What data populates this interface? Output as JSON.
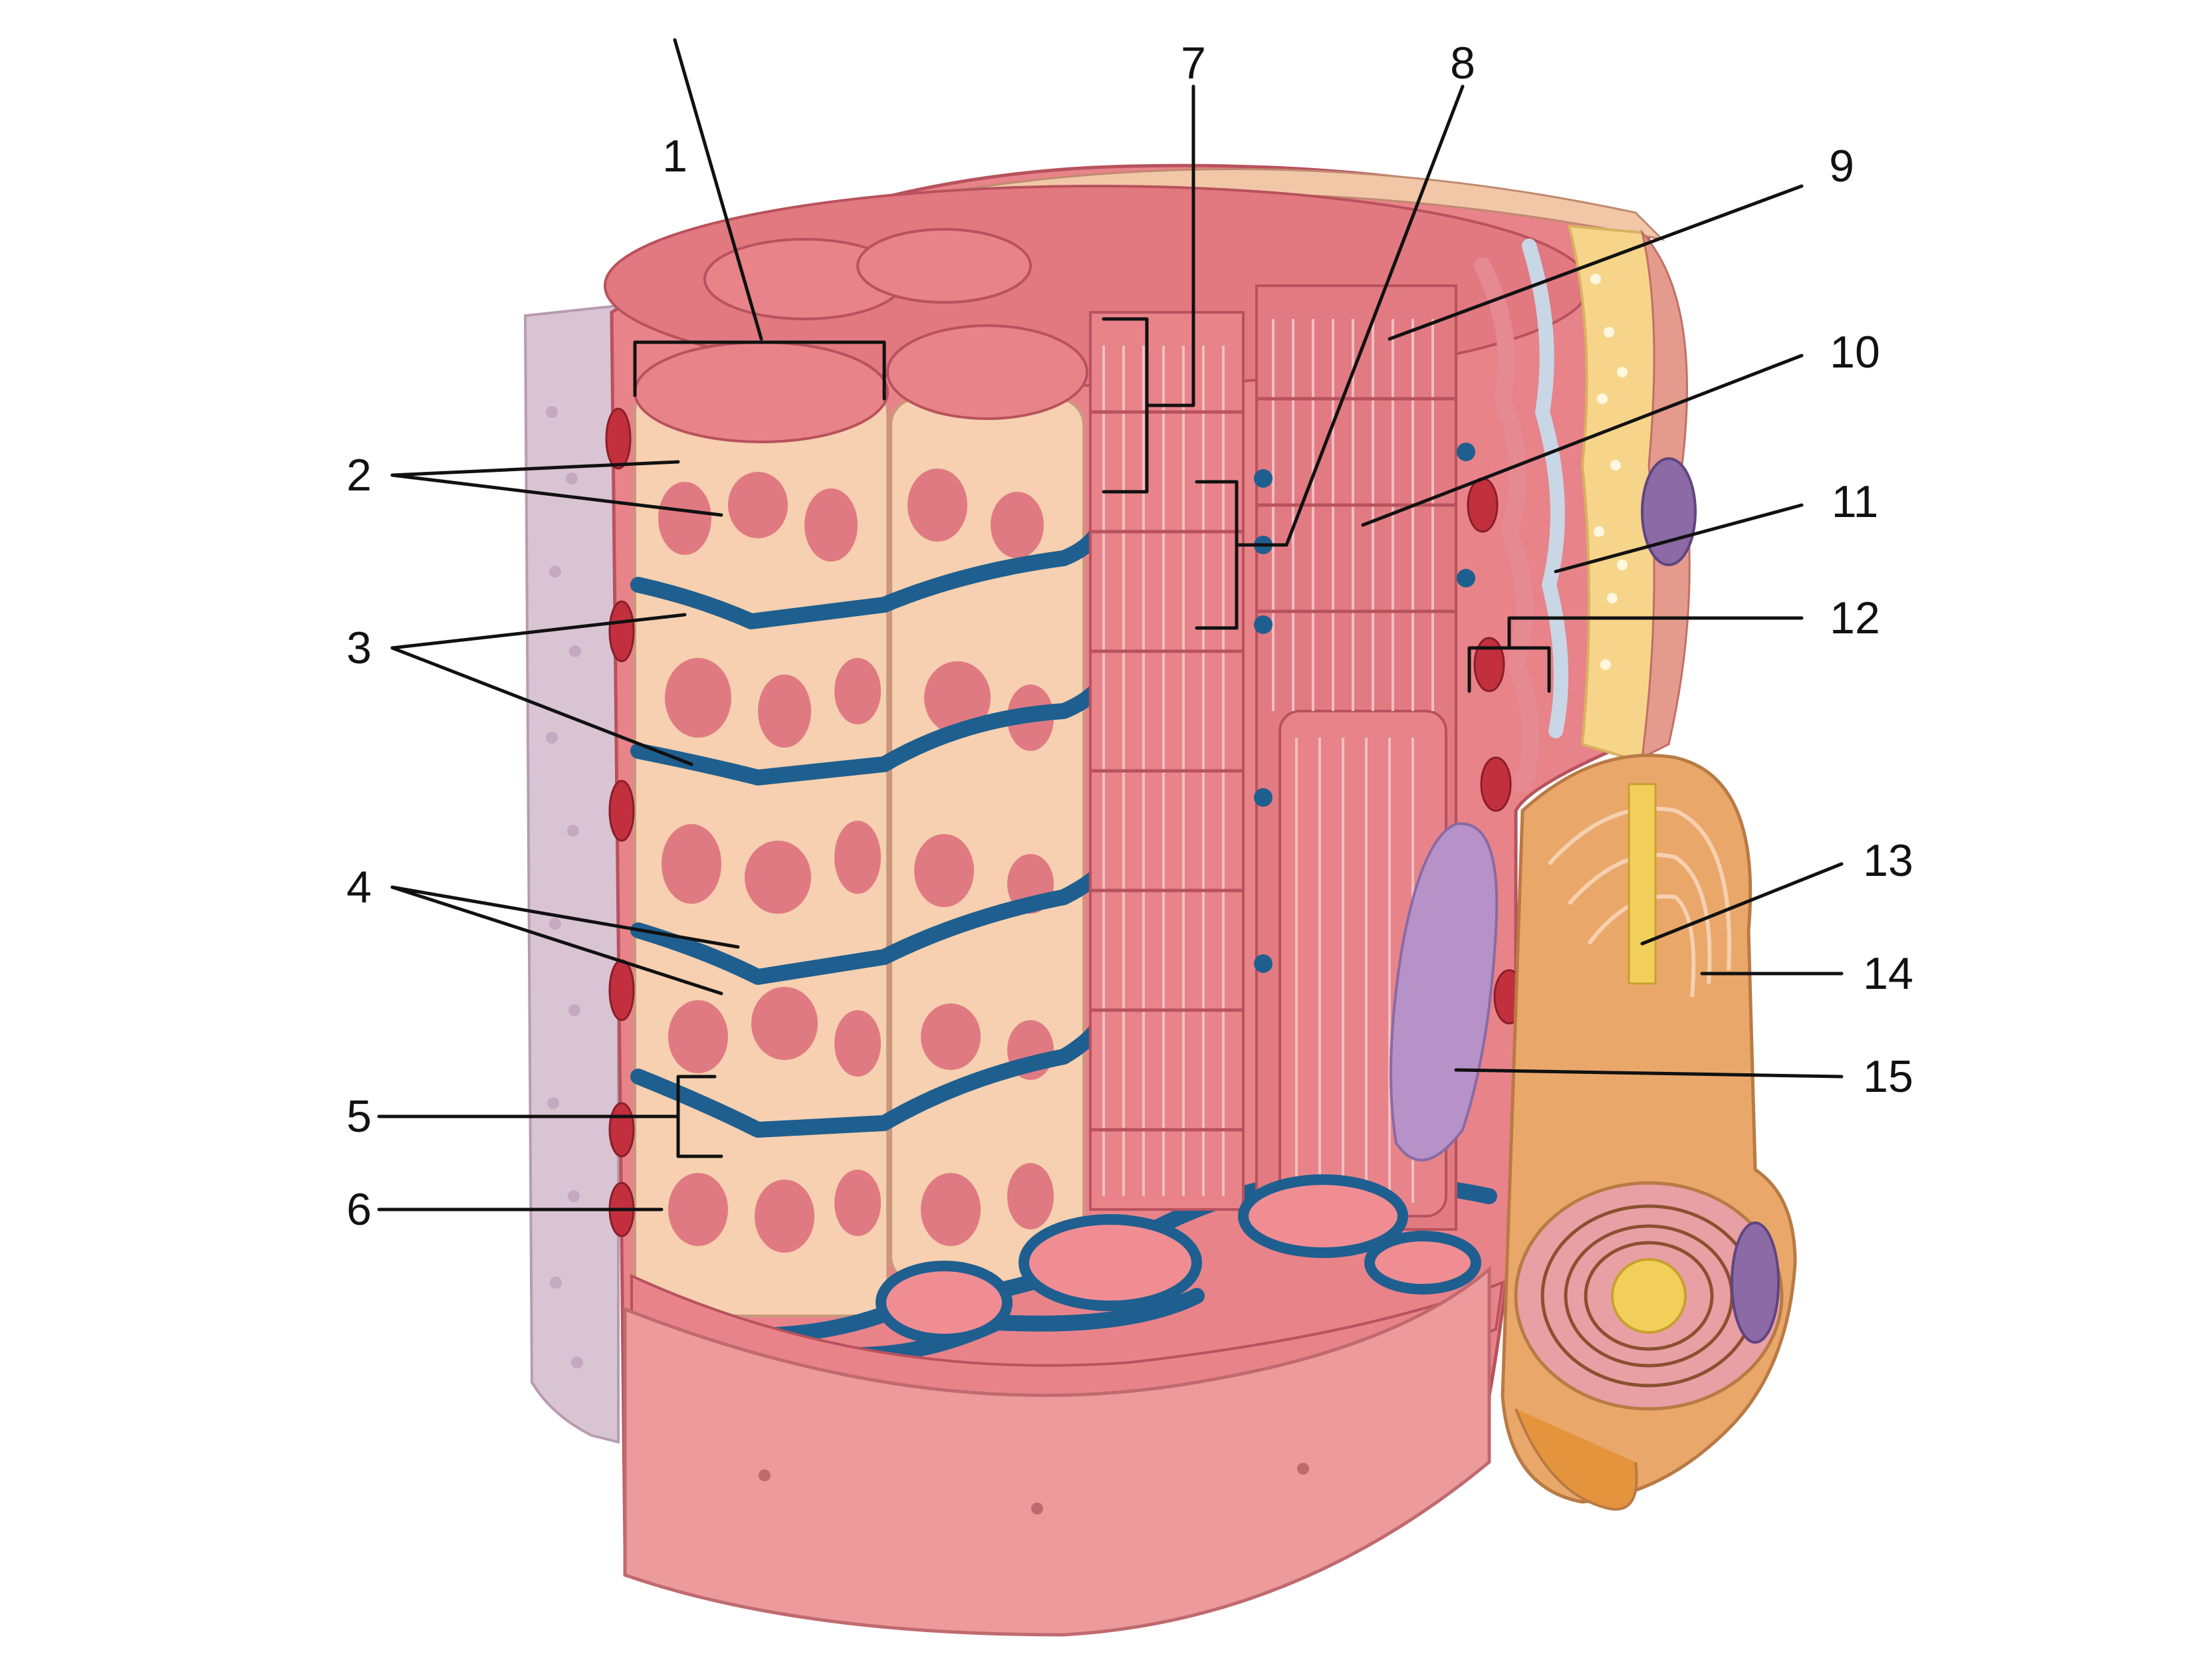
{
  "labels": [
    "1",
    "2",
    "3",
    "4",
    "5",
    "6",
    "7",
    "8",
    "9",
    "10",
    "11",
    "12",
    "13",
    "14",
    "15"
  ],
  "colors": {
    "muscle": "#e8838a",
    "muscle_dark": "#c9545e",
    "striation": "#f3c6c8",
    "reticulum": "#f6d0b0",
    "tubule": "#1f5f8f",
    "capsule": "#e9a0a4",
    "connective": "#c9b2c4",
    "myelin": "#e9a86a",
    "axon": "#f2cf5a",
    "nucleus": "#a183b6",
    "mitochondria": "#c2303e"
  }
}
